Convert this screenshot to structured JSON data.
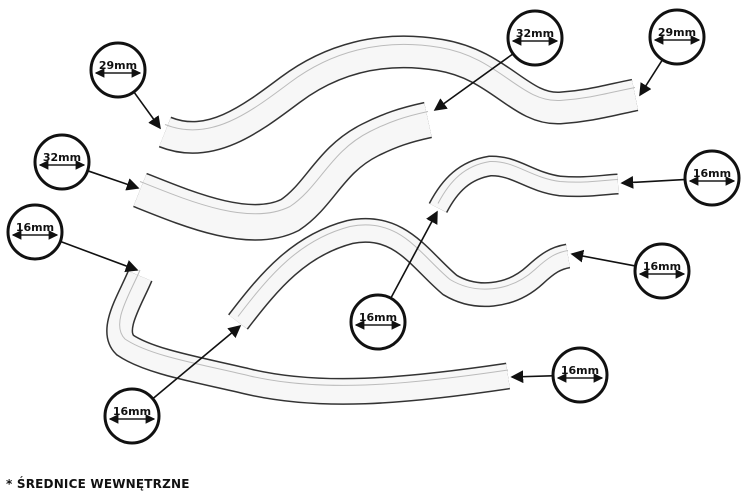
{
  "labels": [
    {
      "id": "top-left-end",
      "text": "29mm"
    },
    {
      "id": "top-center",
      "text": "32mm"
    },
    {
      "id": "top-right-end",
      "text": "29mm"
    },
    {
      "id": "left-32",
      "text": "32mm"
    },
    {
      "id": "right-upper-16",
      "text": "16mm"
    },
    {
      "id": "left-16",
      "text": "16mm"
    },
    {
      "id": "right-middle-16",
      "text": "16mm"
    },
    {
      "id": "center-16",
      "text": "16mm"
    },
    {
      "id": "bottom-right-16",
      "text": "16mm"
    },
    {
      "id": "bottom-left-16",
      "text": "16mm"
    }
  ],
  "footnote": "* ŚREDNICE WEWNĘTRZNE"
}
